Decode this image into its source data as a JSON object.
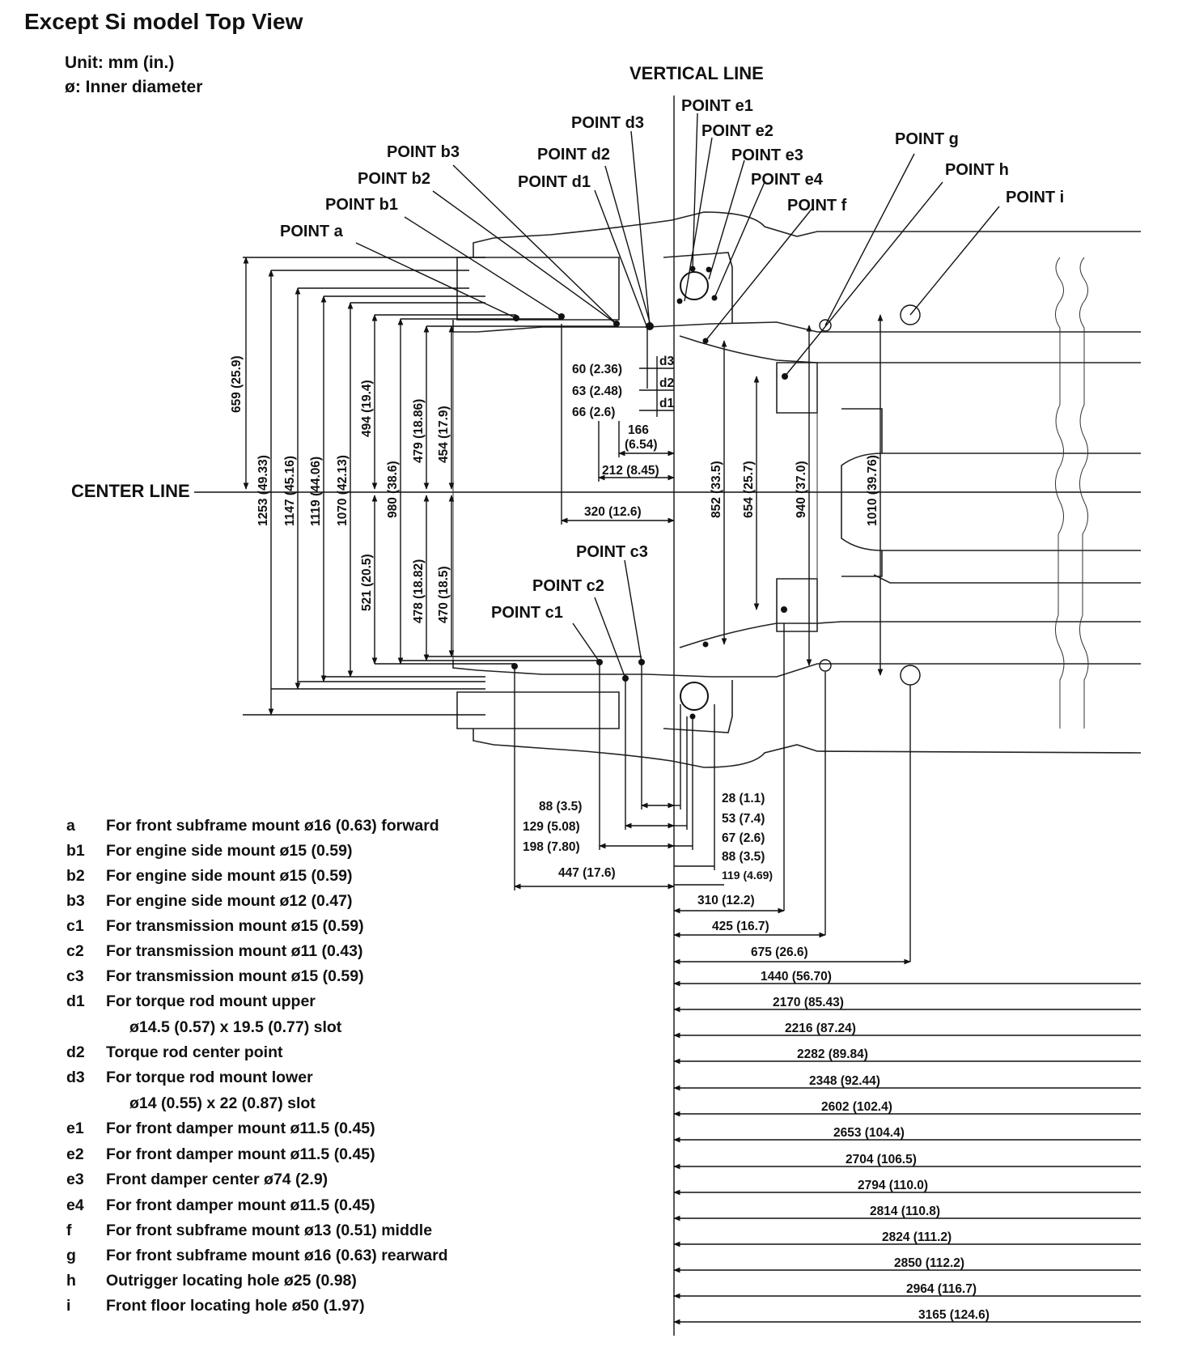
{
  "title": "Except Si model Top View",
  "unit_note": "Unit: mm (in.)",
  "diameter_note": "ø: Inner diameter",
  "vertical_line_label": "VERTICAL LINE",
  "center_line_label": "CENTER LINE",
  "point_labels": {
    "a": "POINT a",
    "b1": "POINT b1",
    "b2": "POINT b2",
    "b3": "POINT b3",
    "c1": "POINT c1",
    "c2": "POINT c2",
    "c3": "POINT c3",
    "d1": "POINT d1",
    "d2": "POINT d2",
    "d3": "POINT d3",
    "e1": "POINT e1",
    "e2": "POINT e2",
    "e3": "POINT e3",
    "e4": "POINT e4",
    "f": "POINT f",
    "g": "POINT g",
    "h": "POINT h",
    "i": "POINT i"
  },
  "vertical_dimensions": [
    "659 (25.9)",
    "1253 (49.33)",
    "1147 (45.16)",
    "1119 (44.06)",
    "1070 (42.13)",
    "494 (19.4)",
    "980 (38.6)",
    "479 (18.86)",
    "454 (17.9)",
    "521 (20.5)",
    "478 (18.82)",
    "470 (18.5)",
    "852 (33.5)",
    "654 (25.7)",
    "940 (37.0)",
    "1010 (39.76)"
  ],
  "d_dimensions": [
    "60 (2.36)",
    "63 (2.48)",
    "66 (2.6)"
  ],
  "d_tags": [
    "d3",
    "d2",
    "d1"
  ],
  "upper_horizontal_dimensions": [
    "166",
    "(6.54)",
    "212 (8.45)",
    "320 (12.6)"
  ],
  "lower_left_dimensions": [
    "88 (3.5)",
    "129 (5.08)",
    "198 (7.80)",
    "447 (17.6)"
  ],
  "lower_right_dimensions": [
    "28 (1.1)",
    "53 (7.4)",
    "67 (2.6)",
    "88 (3.5)",
    "119 (4.69)",
    "310 (12.2)",
    "425 (16.7)",
    "675 (26.6)"
  ],
  "long_dimensions": [
    "1440 (56.70)",
    "2170 (85.43)",
    "2216 (87.24)",
    "2282 (89.84)",
    "2348 (92.44)",
    "2602 (102.4)",
    "2653 (104.4)",
    "2704 (106.5)",
    "2794 (110.0)",
    "2814 (110.8)",
    "2824 (111.2)",
    "2850 (112.2)",
    "2964 (116.7)",
    "3165 (124.6)"
  ],
  "legend": [
    {
      "key": "a",
      "text": "For front subframe mount ø16 (0.63) forward"
    },
    {
      "key": "b1",
      "text": "For engine side mount ø15 (0.59)"
    },
    {
      "key": "b2",
      "text": "For engine side mount ø15 (0.59)"
    },
    {
      "key": "b3",
      "text": "For engine side mount ø12 (0.47)"
    },
    {
      "key": "c1",
      "text": "For transmission mount ø15 (0.59)"
    },
    {
      "key": "c2",
      "text": "For transmission mount ø11 (0.43)"
    },
    {
      "key": "c3",
      "text": "For transmission mount ø15 (0.59)"
    },
    {
      "key": "d1",
      "text": "For torque rod mount upper"
    },
    {
      "key": "",
      "text": "ø14.5 (0.57) x 19.5 (0.77) slot"
    },
    {
      "key": "d2",
      "text": "Torque rod center point"
    },
    {
      "key": "d3",
      "text": "For torque rod mount lower"
    },
    {
      "key": "",
      "text": "ø14 (0.55) x 22 (0.87) slot"
    },
    {
      "key": "e1",
      "text": "For front damper mount ø11.5 (0.45)"
    },
    {
      "key": "e2",
      "text": "For front damper mount ø11.5 (0.45)"
    },
    {
      "key": "e3",
      "text": "Front damper center ø74 (2.9)"
    },
    {
      "key": "e4",
      "text": "For front damper mount ø11.5 (0.45)"
    },
    {
      "key": "f",
      "text": "For front subframe mount ø13 (0.51) middle"
    },
    {
      "key": "g",
      "text": "For front subframe mount ø16 (0.63) rearward"
    },
    {
      "key": "h",
      "text": "Outrigger locating hole ø25 (0.98)"
    },
    {
      "key": "i",
      "text": "Front floor locating hole ø50 (1.97)"
    }
  ]
}
